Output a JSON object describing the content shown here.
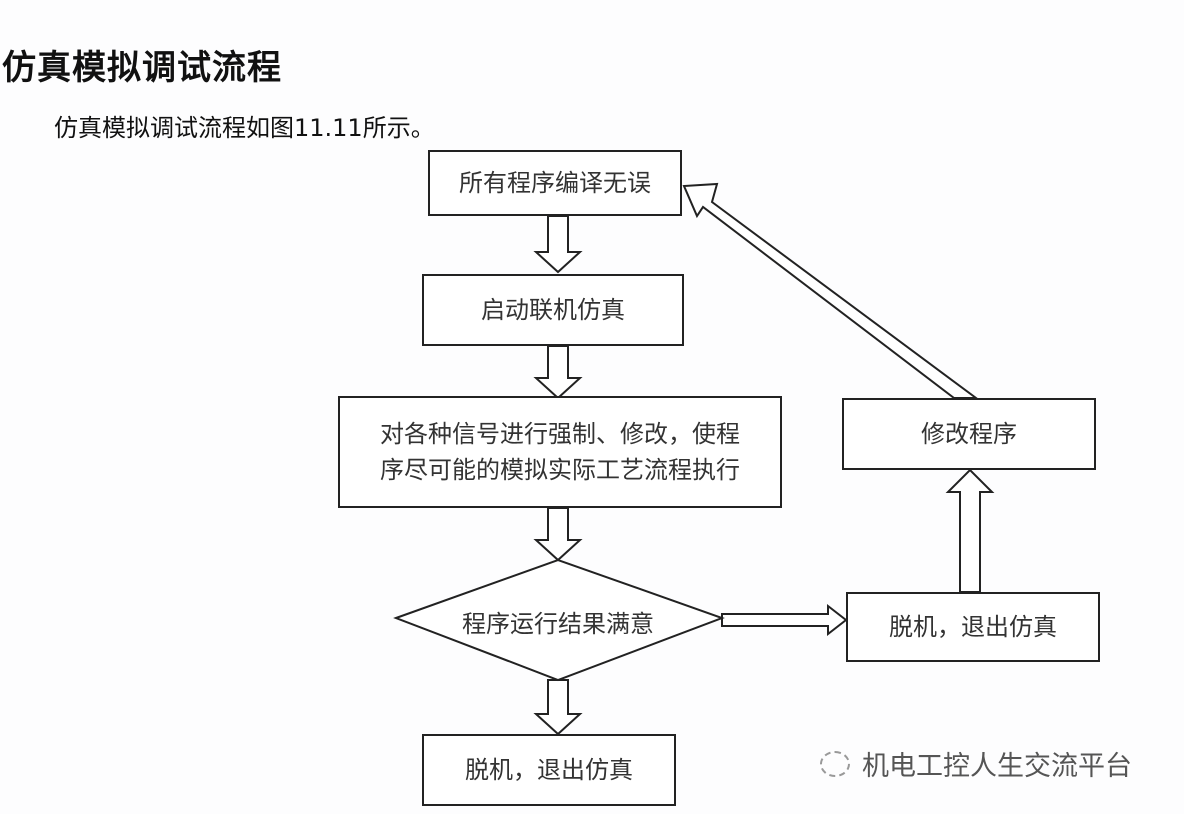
{
  "heading": "仿真模拟调试流程",
  "intro": "仿真模拟调试流程如图11.11所示。",
  "flowchart": {
    "nodes": [
      {
        "id": "compile",
        "type": "process",
        "label": "所有程序编译无误"
      },
      {
        "id": "start_sim",
        "type": "process",
        "label": "启动联机仿真"
      },
      {
        "id": "force_signals",
        "type": "process",
        "label_lines": [
          "对各种信号进行强制、修改，使程",
          "序尽可能的模拟实际工艺流程执行"
        ]
      },
      {
        "id": "check",
        "type": "decision",
        "label": "程序运行结果满意"
      },
      {
        "id": "exit_ok",
        "type": "process",
        "label": "脱机，退出仿真"
      },
      {
        "id": "exit_fail",
        "type": "process",
        "label": "脱机，退出仿真"
      },
      {
        "id": "modify",
        "type": "process",
        "label": "修改程序"
      }
    ],
    "edges": [
      {
        "from": "compile",
        "to": "start_sim"
      },
      {
        "from": "start_sim",
        "to": "force_signals"
      },
      {
        "from": "force_signals",
        "to": "check"
      },
      {
        "from": "check",
        "to": "exit_ok"
      },
      {
        "from": "check",
        "to": "exit_fail"
      },
      {
        "from": "exit_fail",
        "to": "modify"
      },
      {
        "from": "modify",
        "to": "compile"
      }
    ]
  },
  "watermark": {
    "icon": "wechat-icon",
    "text": "机电工控人生交流平台"
  }
}
